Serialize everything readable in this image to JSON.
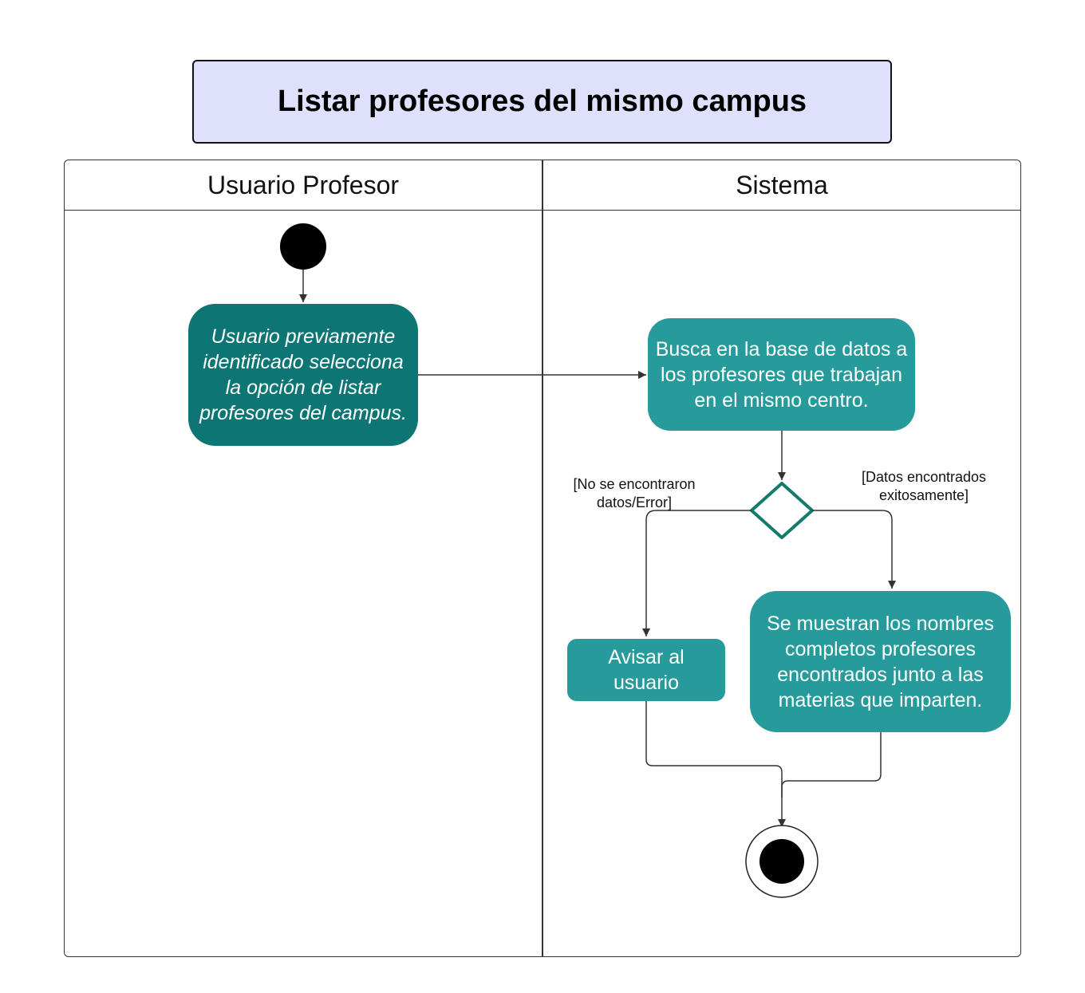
{
  "title": "Listar profesores del mismo campus",
  "lanes": {
    "user": "Usuario Profesor",
    "system": "Sistema"
  },
  "activities": {
    "select": "Usuario previamente identificado selecciona la opción de listar profesores del campus.",
    "search": "Busca en la base de datos a los profesores que trabajan en el mismo centro.",
    "warn": "Avisar al usuario",
    "show": "Se muestran los nombres completos profesores encontrados junto a las materias que imparten."
  },
  "guards": {
    "fail": "[No se encontraron\ndatos/Error]",
    "ok": "[Datos encontrados\nexitosamente]"
  },
  "colors": {
    "title_fill": "#dfe0fc",
    "dark_teal": "#0e7575",
    "teal": "#279b9b",
    "decision_stroke": "#137a6c"
  }
}
